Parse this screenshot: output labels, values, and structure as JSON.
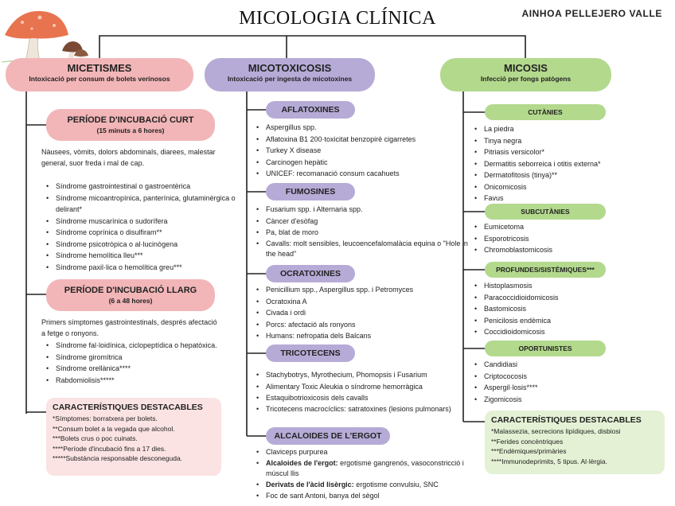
{
  "title": "MICOLOGIA CLÍNICA",
  "author": "AINHOA PELLEJERO VALLE",
  "colors": {
    "pink": "#f2b6b8",
    "purple": "#b6abd6",
    "green": "#b3d98d",
    "note_pink": "#fbe3e3",
    "note_green": "#e4f1d4",
    "mushroom_cap": "#e8734f"
  },
  "icons": [
    "mushroom-illustration"
  ],
  "micetismes": {
    "title": "MICETISMES",
    "subtitle": "Intoxicació per consum de bolets verinosos",
    "curt": {
      "title": "PERÍODE D'INCUBACIÓ CURT",
      "subtitle": "(15 minuts a 6 hores)",
      "desc": "Nàusees, vòmits, dolors abdominals, diarees, malestar general, suor freda i mal de cap.",
      "items": [
        "Síndrome gastrointestinal o gastroentèrica",
        "Síndrome micoantropínica, panterínica, glutaminèrgica o delirant*",
        "Síndrome muscarínica o sudorífera",
        "Síndrome coprínica o disulfiram**",
        "Síndrome psicotròpica o al·lucinògena",
        "Síndrome hemolítica lleu***",
        "Síndrome paxil·lica o hemolítica greu***"
      ]
    },
    "llarg": {
      "title": "PERÍODE D'INCUBACIÓ LLARG",
      "subtitle": "(6 a 48 hores)",
      "desc": "Primers símptomes gastrointestinals, després afectació a fetge o ronyons.",
      "items": [
        "Síndrome fal·loidínica, ciclopeptídica o hepatòxica.",
        "Síndrome giromítrica",
        "Síndrome orellànica****",
        "Rabdomiolisis*****"
      ]
    },
    "notes": {
      "title": "CARACTERÍSTIQUES DESTACABLES",
      "lines": [
        "*Símptomes: borratxera per bolets.",
        "**Consum bolet a la vegada que alcohol.",
        "***Bolets crus o poc cuinats.",
        "****Període d'incubació fins a 17 dies.",
        "*****Substància responsable desconeguda."
      ]
    }
  },
  "micotoxicosis": {
    "title": "MICOTOXICOSIS",
    "subtitle": "Intoxicació per ingesta de micotoxines",
    "groups": [
      {
        "title": "AFLATOXINES",
        "items": [
          "Aspergillus spp.",
          "Aflatoxina B1 200·toxicitat benzopirè cigarretes",
          "Turkey X disease",
          "Carcinogen hepàtic",
          "UNICEF: recomanació consum cacahuets"
        ]
      },
      {
        "title": "FUMOSINES",
        "items": [
          "Fusarium spp. i Alternaria spp.",
          "Càncer d'esòfag",
          "Pa, blat de moro",
          "Cavalls: molt sensibles, leucoencefalomalàcia equina o \"Hole in the head\""
        ]
      },
      {
        "title": "OCRATOXINES",
        "items": [
          "Penicillium spp., Aspergillus spp. i Petromyces",
          "Ocratoxina A",
          "Civada i ordi",
          "Porcs: afectació als ronyons",
          "Humans: nefropatia dels Balcans"
        ]
      },
      {
        "title": "TRICOTECENS",
        "items": [
          "Stachybotrys, Myrothecium, Phomopsis i Fusarium",
          "Alimentary Toxic Aleukia o síndrome hemorràgica",
          "Estaquibotrioxicosis dels cavalls",
          "Tricotecens macrocíclics: satratoxines (lesions pulmonars)"
        ]
      },
      {
        "title": "ALCALOIDES DE L'ERGOT",
        "items": [
          {
            "text": "Claviceps purpurea"
          },
          {
            "bold": "Alcaloides de l'ergot:",
            "text": " ergotisme gangrenós, vasoconstricció i múscul llis"
          },
          {
            "bold": "Derivats de l'àcid lisèrgic:",
            "text": " ergotisme convulsiu, SNC"
          },
          {
            "text": "Foc de sant Antoni, banya del sègol"
          }
        ]
      }
    ]
  },
  "micosis": {
    "title": "MICOSIS",
    "subtitle": "Infecció per fongs patògens",
    "groups": [
      {
        "title": "CUTÀNIES",
        "items": [
          "La piedra",
          "Tinya negra",
          "Pitriasis versicolor*",
          "Dermatitis seborreica i otitis externa*",
          "Dermatofitosis (tinya)**",
          "Onicomicosis",
          "Favus"
        ]
      },
      {
        "title": "SUBCUTÀNIES",
        "items": [
          "Eumicetoma",
          "Esporotricosis",
          "Chromoblastomicosis"
        ]
      },
      {
        "title": "PROFUNDES/SISTÈMIQUES***",
        "items": [
          "Histoplasmosis",
          "Paracoccidioidomicosis",
          "Bastomicosis",
          "Penicilosis endèmica",
          "Coccidioidomicosis"
        ]
      },
      {
        "title": "OPORTUNISTES",
        "items": [
          "Candidiasi",
          "Criptococosis",
          "Aspergil·losis****",
          "Zigomicosis"
        ]
      }
    ],
    "notes": {
      "title": "CARACTERÍSTIQUES DESTACABLES",
      "lines": [
        "*Malassezia, secrecions lipídiques, disbiosi",
        "**Ferides concèntriques",
        "***Endèmiques/primàries",
        "****Immunodeprimits, 5 tipus. Al·lèrgia."
      ]
    }
  }
}
